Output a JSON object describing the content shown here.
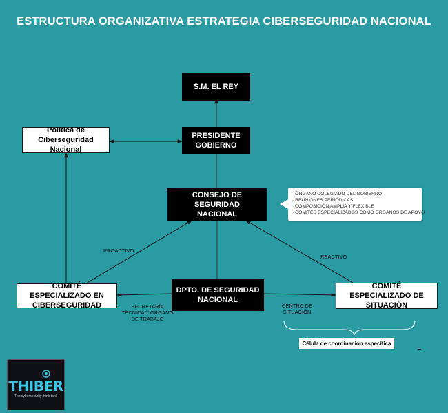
{
  "title": "ESTRUCTURA ORGANIZATIVA ESTRATEGIA CIBERSEGURIDAD NACIONAL",
  "nodes": {
    "rey": "S.M. EL REY",
    "presidente": [
      "PRESIDENTE",
      "GOBIERNO"
    ],
    "politica": [
      "Política de",
      "Ciberseguridad Nacional"
    ],
    "consejo": [
      "CONSEJO DE SEGURIDAD",
      "NACIONAL"
    ],
    "comite_ciber": [
      "COMITÉ ESPECIALIZADO EN",
      "CIBERSEGURIDAD"
    ],
    "dpto": [
      "DPTO. DE SEGURIDAD",
      "NACIONAL"
    ],
    "comite_situacion": [
      "COMITÉ ESPECIALIZADO DE",
      "SITUACIÓN"
    ]
  },
  "labels": {
    "proactivo": "PROACTIVO",
    "reactivo": "REACTIVO",
    "secretaria": [
      "SECRETARÍA",
      "TÉCNICA Y ÓRGANO",
      "DE TRABAJO"
    ],
    "centro": [
      "CENTRO DE",
      "SITUACIÓN"
    ]
  },
  "callout": [
    "· ÓRGANO COLEGIADO DEL GOBIERNO",
    "· REUNIONES PERIÓDICAS",
    "· COMPOSICIÓN AMPLIA Y FLEXIBLE",
    "· COMITÉS ESPECIALIZADOS COMO ÓRGANOS DE APOYO"
  ],
  "celula": "Célula de coordinación específica",
  "logo": {
    "name": "THIBER",
    "tagline": "The cybersecurity think tank"
  },
  "colors": {
    "background": "#2a9aa3",
    "dark_box": "#000000",
    "light_box": "#ffffff",
    "logo_accent": "#3ec6e6"
  }
}
